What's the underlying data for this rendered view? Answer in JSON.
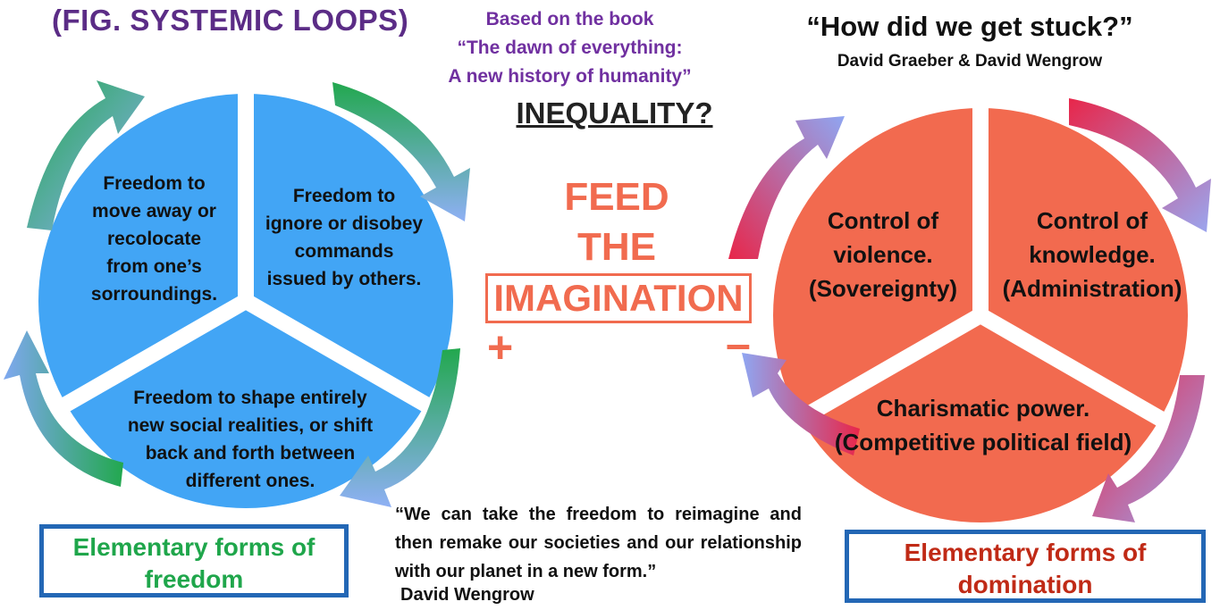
{
  "header": {
    "fig_title": "(FIG. SYSTEMIC LOOPS)",
    "book_lines": [
      "Based on the book",
      "“The dawn of everything:",
      "A new history of humanity”"
    ],
    "question": "“How did we get stuck?”",
    "authors": "David Graeber & David Wengrow",
    "inequality": "INEQUALITY?"
  },
  "center": {
    "feed": "FEED",
    "the": "THE",
    "imagination": "IMAGINATION",
    "plus": "+",
    "minus": "–"
  },
  "freedom_circle": {
    "color": "#42a5f5",
    "segments": [
      [
        "Freedom to",
        "move away or",
        "recolocate",
        "from one’s",
        "sorroundings."
      ],
      [
        "Freedom to",
        "ignore or disobey",
        "commands",
        "issued by others."
      ],
      [
        "Freedom to shape entirely",
        "new social realities, or shift",
        "back and forth between",
        "different ones."
      ]
    ],
    "box_lines": [
      "Elementary forms of",
      "freedom"
    ]
  },
  "domination_circle": {
    "color": "#f26a4f",
    "segments": [
      [
        "Control of",
        "violence.",
        "(Sovereignty)"
      ],
      [
        "Control of",
        "knowledge.",
        "(Administration)"
      ],
      [
        "Charismatic power.",
        "(Competitive political field)"
      ]
    ],
    "box_lines": [
      "Elementary forms of",
      "domination"
    ]
  },
  "quote": {
    "text": "“We can take the freedom to reimagine and then remake our societies and our relationship with our planet in a new form.”",
    "author": "David Wengrow"
  }
}
